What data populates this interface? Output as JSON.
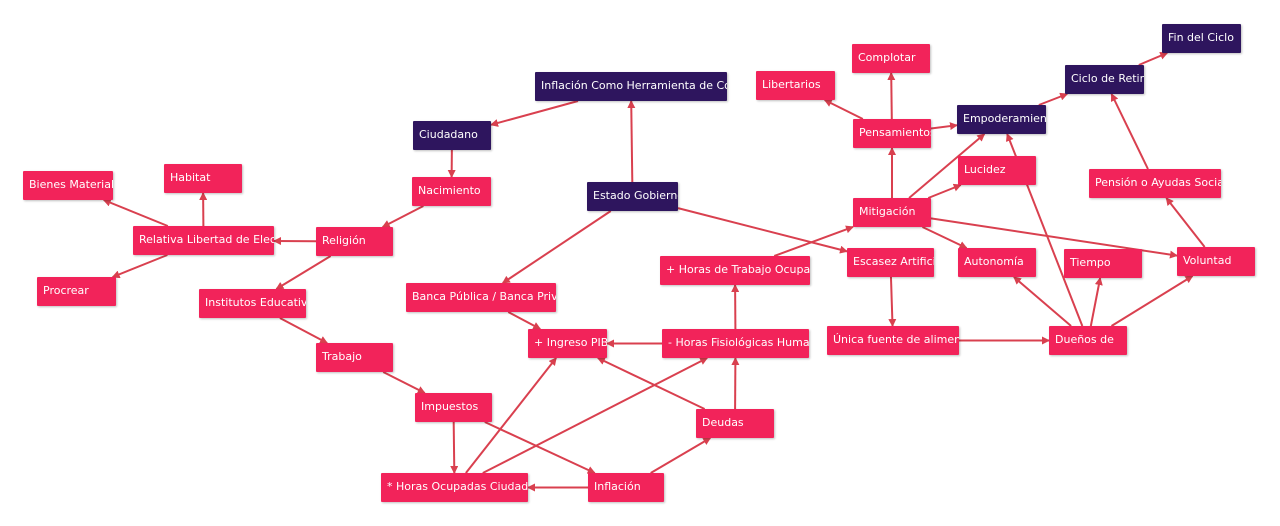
{
  "colors": {
    "node_pink": "#f2235a",
    "node_dark": "#2e155e",
    "edge": "#d9404f"
  },
  "nodes": [
    {
      "id": "inflacion-control",
      "label": "Inflación Como Herramienta de Control",
      "style": "dark"
    },
    {
      "id": "ciudadano",
      "label": "Ciudadano",
      "style": "dark"
    },
    {
      "id": "estado",
      "label": "Estado Gobierno.",
      "style": "dark"
    },
    {
      "id": "empoderamiento",
      "label": "Empoderamiento",
      "style": "dark"
    },
    {
      "id": "ciclo-retiro",
      "label": "Ciclo de Retiro",
      "style": "dark"
    },
    {
      "id": "fin-ciclo",
      "label": "Fin del Ciclo",
      "style": "dark"
    },
    {
      "id": "bienes",
      "label": "Bienes Materiales",
      "style": "pink"
    },
    {
      "id": "habitat",
      "label": "Habitat",
      "style": "pink"
    },
    {
      "id": "relativa",
      "label": "Relativa Libertad de Elección",
      "style": "pink"
    },
    {
      "id": "procrear",
      "label": "Procrear",
      "style": "pink"
    },
    {
      "id": "nacimiento",
      "label": "Nacimiento",
      "style": "pink"
    },
    {
      "id": "religion",
      "label": "Religión",
      "style": "pink"
    },
    {
      "id": "institutos",
      "label": "Institutos Educativos",
      "style": "pink"
    },
    {
      "id": "trabajo",
      "label": "Trabajo",
      "style": "pink"
    },
    {
      "id": "impuestos",
      "label": "Impuestos",
      "style": "pink"
    },
    {
      "id": "horas-ocupadas",
      "label": "* Horas Ocupadas Ciudadano",
      "style": "pink"
    },
    {
      "id": "inflacion",
      "label": "Inflación",
      "style": "pink"
    },
    {
      "id": "deudas",
      "label": "Deudas",
      "style": "pink"
    },
    {
      "id": "banca",
      "label": "Banca Pública / Banca Privada",
      "style": "pink"
    },
    {
      "id": "ingreso-pib",
      "label": "+ Ingreso PIB",
      "style": "pink"
    },
    {
      "id": "horas-fisiologicas",
      "label": "- Horas Fisiológicas Humanas",
      "style": "pink"
    },
    {
      "id": "horas-trabajo",
      "label": "+ Horas de Trabajo Ocupados",
      "style": "pink"
    },
    {
      "id": "escasez",
      "label": "Escasez Artificial",
      "style": "pink"
    },
    {
      "id": "unica-fuente",
      "label": "Única fuente de alimentos",
      "style": "pink"
    },
    {
      "id": "mitigacion",
      "label": "Mitigación",
      "style": "pink"
    },
    {
      "id": "pensamientos",
      "label": "Pensamientos",
      "style": "pink"
    },
    {
      "id": "libertarios",
      "label": "Libertarios",
      "style": "pink"
    },
    {
      "id": "complotar",
      "label": "Complotar",
      "style": "pink"
    },
    {
      "id": "lucidez",
      "label": "Lucidez",
      "style": "pink"
    },
    {
      "id": "autonomia",
      "label": "Autonomía",
      "style": "pink"
    },
    {
      "id": "tiempo",
      "label": "Tiempo",
      "style": "pink"
    },
    {
      "id": "duenos",
      "label": "Dueños de",
      "style": "pink"
    },
    {
      "id": "voluntad",
      "label": "Voluntad",
      "style": "pink"
    },
    {
      "id": "pension",
      "label": "Pensión o Ayudas Sociales",
      "style": "pink"
    }
  ],
  "edges": [
    [
      "inflacion-control",
      "ciudadano"
    ],
    [
      "estado",
      "inflacion-control"
    ],
    [
      "ciudadano",
      "nacimiento"
    ],
    [
      "nacimiento",
      "religion"
    ],
    [
      "religion",
      "relativa"
    ],
    [
      "relativa",
      "bienes"
    ],
    [
      "relativa",
      "habitat"
    ],
    [
      "relativa",
      "procrear"
    ],
    [
      "religion",
      "institutos"
    ],
    [
      "institutos",
      "trabajo"
    ],
    [
      "trabajo",
      "impuestos"
    ],
    [
      "impuestos",
      "horas-ocupadas"
    ],
    [
      "impuestos",
      "inflacion"
    ],
    [
      "inflacion",
      "horas-ocupadas"
    ],
    [
      "inflacion",
      "deudas"
    ],
    [
      "horas-ocupadas",
      "ingreso-pib"
    ],
    [
      "horas-ocupadas",
      "horas-fisiologicas"
    ],
    [
      "estado",
      "banca"
    ],
    [
      "banca",
      "ingreso-pib"
    ],
    [
      "deudas",
      "ingreso-pib"
    ],
    [
      "deudas",
      "horas-fisiologicas"
    ],
    [
      "horas-fisiologicas",
      "ingreso-pib"
    ],
    [
      "horas-fisiologicas",
      "horas-trabajo"
    ],
    [
      "horas-trabajo",
      "mitigacion"
    ],
    [
      "estado",
      "escasez"
    ],
    [
      "escasez",
      "unica-fuente"
    ],
    [
      "unica-fuente",
      "duenos"
    ],
    [
      "mitigacion",
      "pensamientos"
    ],
    [
      "pensamientos",
      "libertarios"
    ],
    [
      "pensamientos",
      "complotar"
    ],
    [
      "pensamientos",
      "empoderamiento"
    ],
    [
      "mitigacion",
      "empoderamiento"
    ],
    [
      "mitigacion",
      "lucidez"
    ],
    [
      "mitigacion",
      "autonomia"
    ],
    [
      "mitigacion",
      "voluntad"
    ],
    [
      "duenos",
      "autonomia"
    ],
    [
      "duenos",
      "tiempo"
    ],
    [
      "duenos",
      "voluntad"
    ],
    [
      "duenos",
      "empoderamiento"
    ],
    [
      "empoderamiento",
      "ciclo-retiro"
    ],
    [
      "ciclo-retiro",
      "fin-ciclo"
    ],
    [
      "pension",
      "ciclo-retiro"
    ],
    [
      "voluntad",
      "pension"
    ]
  ]
}
